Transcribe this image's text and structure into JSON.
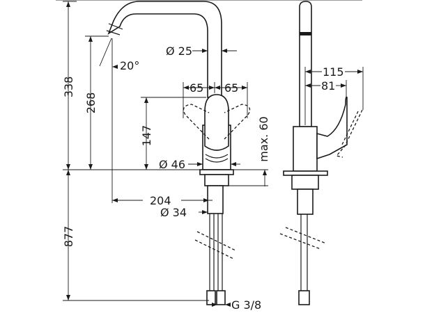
{
  "drawing": {
    "dimensions": {
      "height_total": "338",
      "height_below_deck": "877",
      "spout_height": "268",
      "lever_height": "147",
      "spout_angle": "20°",
      "spout_diameter": "Ø 25",
      "lever_swing_left": "65",
      "lever_swing_right": "65",
      "deck_thickness": "max. 60",
      "base_diameter": "Ø 46",
      "spout_reach": "204",
      "hole_diameter": "Ø 34",
      "connection": "G 3/8",
      "side_reach_lever_open": "115",
      "side_reach_lever": "81"
    }
  }
}
